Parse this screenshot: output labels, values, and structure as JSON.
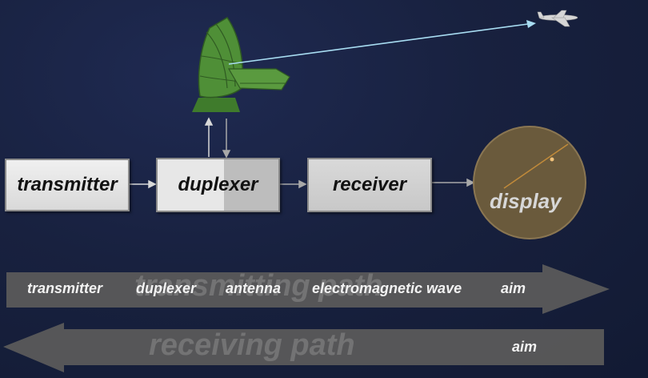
{
  "blocks": {
    "transmitter": "transmitter",
    "duplexer": "duplexer",
    "receiver": "receiver",
    "display": "display"
  },
  "transmitting_path": {
    "label": "transmitting path",
    "steps": [
      "transmitter",
      "duplexer",
      "antenna",
      "electromagnetic wave",
      "aim"
    ]
  },
  "receiving_path": {
    "label": "receiving path",
    "steps": [
      "aim"
    ]
  },
  "colors": {
    "background": "#18213f",
    "box_fill": "#e6e6e6",
    "arrow_band": "#555555",
    "display_disc": "#6a5a3c",
    "antenna": "#4e8a34",
    "beam": "#9fd6f0"
  }
}
